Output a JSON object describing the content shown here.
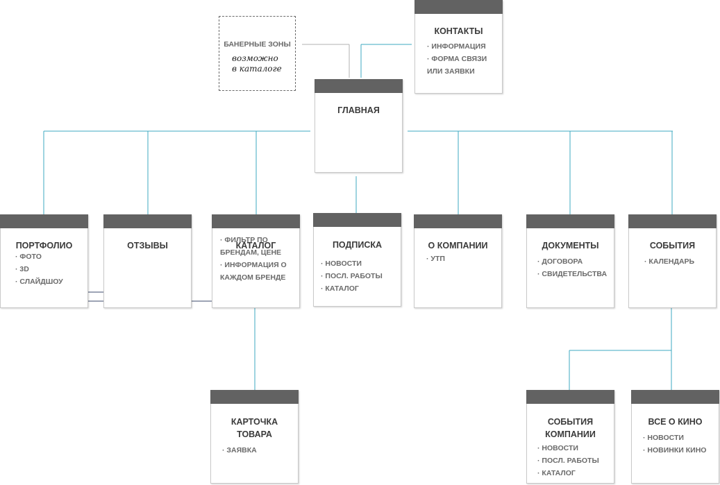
{
  "banner": {
    "title": "БАНЕРНЫЕ ЗОНЫ",
    "note_line1": "возможно",
    "note_line2": "в каталоге"
  },
  "boxes": {
    "contacts": {
      "title": "КОНТАКТЫ",
      "items": [
        "· ИНФОРМАЦИЯ",
        "· ФОРМА СВЯЗИ",
        "ИЛИ ЗАЯВКИ"
      ]
    },
    "main": {
      "title": "ГЛАВНАЯ"
    },
    "portfolio": {
      "title": "ПОРТФОЛИО",
      "items": [
        "· ФОТО",
        "· 3D",
        "· СЛАЙДШОУ"
      ]
    },
    "reviews": {
      "title": "ОТЗЫВЫ"
    },
    "catalog": {
      "title": "КАТАЛОГ",
      "items": [
        "· ФИЛЬТР ПО",
        "БРЕНДАМ, ЦЕНЕ",
        "· ИНФОРМАЦИЯ О",
        "КАЖДОМ БРЕНДЕ"
      ]
    },
    "subscribe": {
      "title": "ПОДПИСКА",
      "items": [
        "· НОВОСТИ",
        "· ПОСЛ. РАБОТЫ",
        "· КАТАЛОГ"
      ]
    },
    "about": {
      "title": "О КОМПАНИИ",
      "items": [
        "· УТП"
      ]
    },
    "documents": {
      "title": "ДОКУМЕНТЫ",
      "items": [
        "· ДОГОВОРА",
        "· СВИДЕТЕЛЬСТВА"
      ]
    },
    "events": {
      "title": "СОБЫТИЯ",
      "items": [
        "· КАЛЕНДАРЬ"
      ]
    },
    "product": {
      "title_line1": "КАРТОЧКА",
      "title_line2": "ТОВАРА",
      "items": [
        "· ЗАЯВКА"
      ]
    },
    "company_events": {
      "title_line1": "СОБЫТИЯ",
      "title_line2": "КОМПАНИИ",
      "items": [
        "· НОВОСТИ",
        "· ПОСЛ. РАБОТЫ",
        "· КАТАЛОГ"
      ]
    },
    "cinema": {
      "title": "ВСЕ О КИНО",
      "items": [
        "· НОВОСТИ",
        "· НОВИНКИ КИНО"
      ]
    }
  },
  "colors": {
    "connector": "#3ea8c0",
    "header": "#626262",
    "arrow": "#3b4a6b",
    "banner_line": "#b0b0b0"
  }
}
